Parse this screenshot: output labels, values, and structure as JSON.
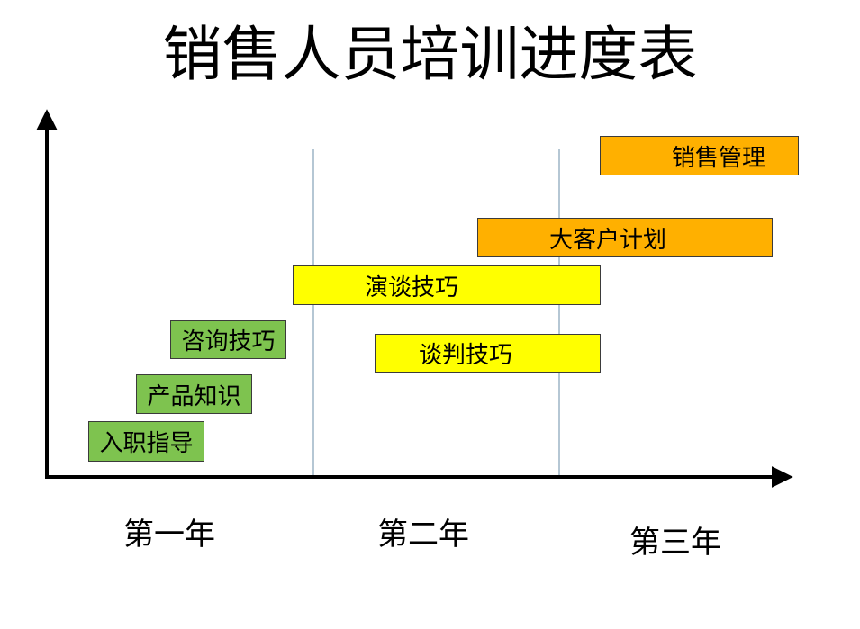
{
  "title": "销售人员培训进度表",
  "colors": {
    "green": "#7ec34f",
    "yellow": "#ffff00",
    "orange": "#ffb000",
    "divider": "#6b8fa8"
  },
  "years": [
    "第一年",
    "第二年",
    "第三年"
  ],
  "tasks": [
    {
      "label": "入职指导",
      "color": "green"
    },
    {
      "label": "产品知识",
      "color": "green"
    },
    {
      "label": "咨询技巧",
      "color": "green"
    },
    {
      "label": "谈判技巧",
      "color": "yellow"
    },
    {
      "label": "演谈技巧",
      "color": "yellow"
    },
    {
      "label": "大客户计划",
      "color": "orange"
    },
    {
      "label": "销售管理",
      "color": "orange"
    }
  ]
}
